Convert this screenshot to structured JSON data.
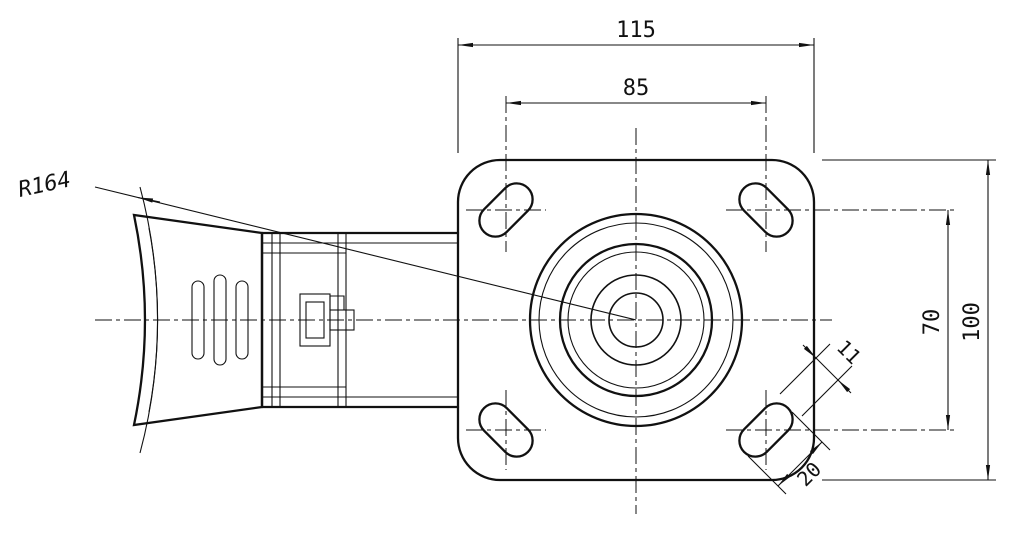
{
  "drawing": {
    "background": "#ffffff",
    "line_color": "#111111",
    "dimensions": {
      "plate_width": "115",
      "hole_spacing_width": "85",
      "wheel_radius": "R164",
      "hole_spacing_height": "70",
      "plate_height": "100",
      "slot_width": "11",
      "slot_length": "20"
    }
  }
}
